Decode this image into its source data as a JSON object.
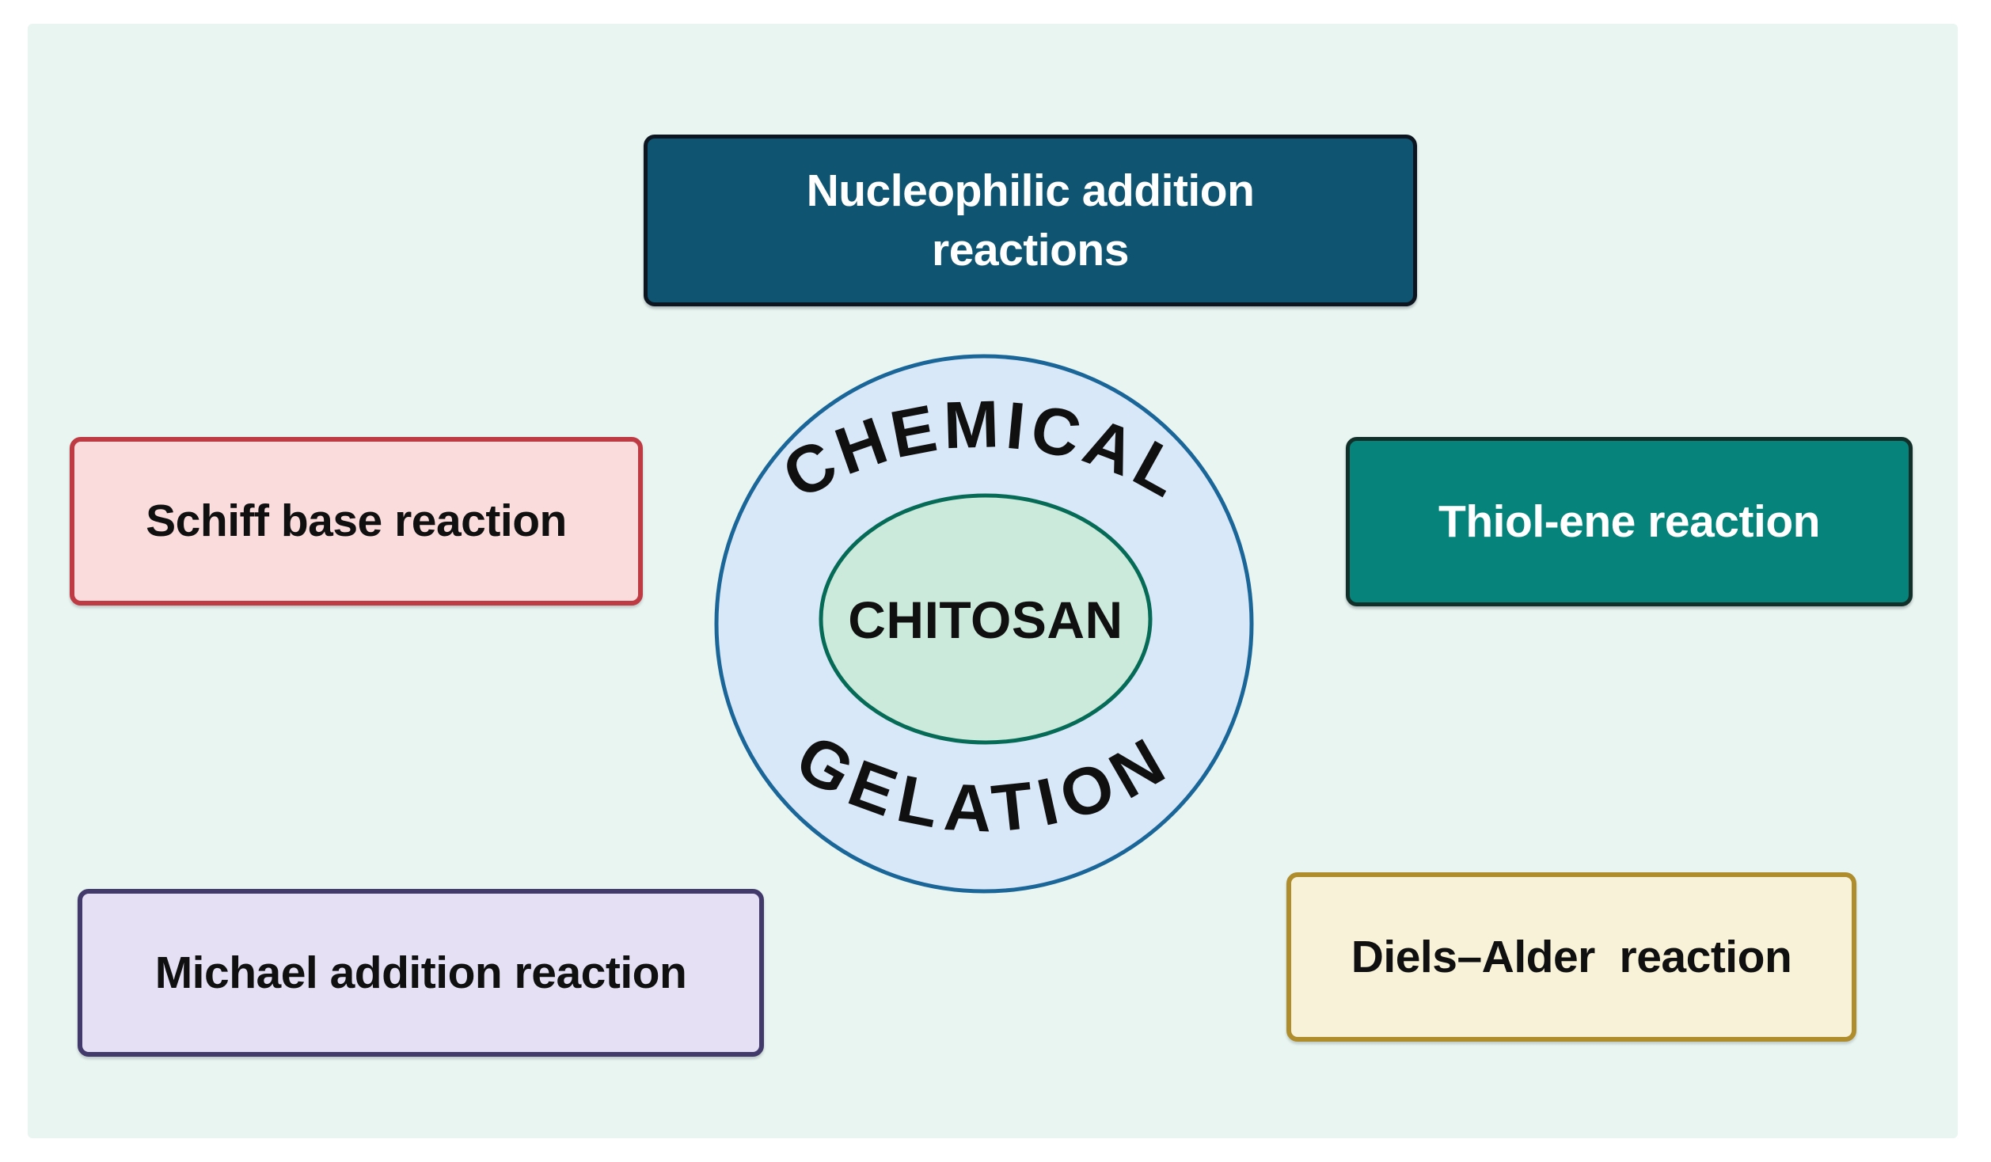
{
  "figure": {
    "background_color": "#ffffff",
    "panel_color": "#e9f5f1",
    "text_dark": "#101010",
    "text_light": "#ffffff"
  },
  "boxes": {
    "nucleophilic": {
      "label": "Nucleophilic addition reactions",
      "fill": "#0f5470",
      "border": "#0d1520",
      "text_color": "#ffffff"
    },
    "schiff": {
      "label": "Schiff base reaction",
      "fill": "#fbdcdc",
      "border": "#be3b44",
      "text_color": "#101010"
    },
    "thiol": {
      "label": "Thiol-ene reaction",
      "fill": "#06837a",
      "border": "#123029",
      "text_color": "#ffffff"
    },
    "michael": {
      "label": "Michael addition reaction",
      "fill": "#e6e0f4",
      "border": "#423a6b",
      "text_color": "#101010"
    },
    "diels": {
      "label": "Diels–Alder  reaction",
      "fill": "#f8f3d8",
      "border": "#af8d2d",
      "text_color": "#101010"
    }
  },
  "center": {
    "top_arc_label": "CHEMICAL",
    "bottom_arc_label": "GELATION",
    "inner_label": "CHITOSAN",
    "circle_fill": "#d9e8f8",
    "circle_border": "#1b6698",
    "ellipse_fill": "#cbeadb",
    "ellipse_border": "#056b57"
  }
}
